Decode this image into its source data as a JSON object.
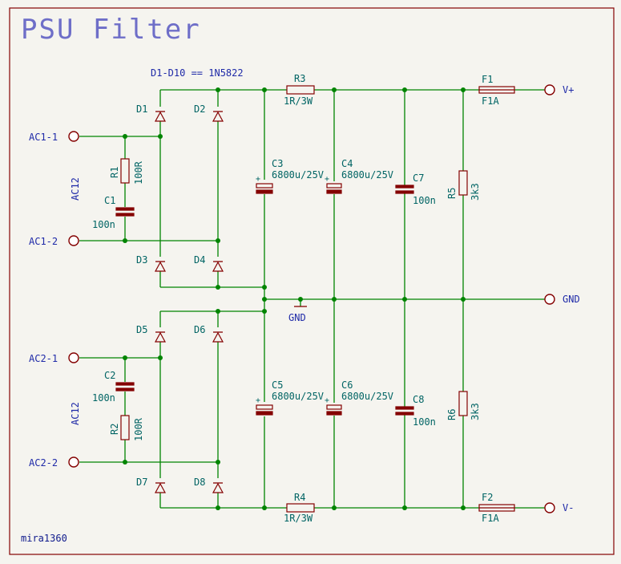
{
  "title": "PSU Filter",
  "author": "mira1360",
  "note": "D1-D10 == 1N5822",
  "nets": {
    "ac1_1": "AC1-1",
    "ac1_2": "AC1-2",
    "ac2_1": "AC2-1",
    "ac2_2": "AC2-2",
    "ac12_top": "AC12",
    "ac12_bot": "AC12",
    "vplus": "V+",
    "gnd_out": "GND",
    "vminus": "V-",
    "gnd_sym": "GND"
  },
  "components": {
    "D1": {
      "ref": "D1"
    },
    "D2": {
      "ref": "D2"
    },
    "D3": {
      "ref": "D3"
    },
    "D4": {
      "ref": "D4"
    },
    "D5": {
      "ref": "D5"
    },
    "D6": {
      "ref": "D6"
    },
    "D7": {
      "ref": "D7"
    },
    "D8": {
      "ref": "D8"
    },
    "R1": {
      "ref": "R1",
      "value": "100R"
    },
    "R2": {
      "ref": "R2",
      "value": "100R"
    },
    "C1": {
      "ref": "C1",
      "value": "100n"
    },
    "C2": {
      "ref": "C2",
      "value": "100n"
    },
    "R3": {
      "ref": "R3",
      "value": "1R/3W"
    },
    "R4": {
      "ref": "R4",
      "value": "1R/3W"
    },
    "C3": {
      "ref": "C3",
      "value": "6800u/25V"
    },
    "C4": {
      "ref": "C4",
      "value": "6800u/25V"
    },
    "C5": {
      "ref": "C5",
      "value": "6800u/25V"
    },
    "C6": {
      "ref": "C6",
      "value": "6800u/25V"
    },
    "C7": {
      "ref": "C7",
      "value": "100n"
    },
    "C8": {
      "ref": "C8",
      "value": "100n"
    },
    "R5": {
      "ref": "R5",
      "value": "3k3"
    },
    "R6": {
      "ref": "R6",
      "value": "3k3"
    },
    "F1": {
      "ref": "F1",
      "value": "F1A"
    },
    "F2": {
      "ref": "F2",
      "value": "F1A"
    }
  },
  "colors": {
    "wire": "#008400",
    "symbol": "#840000",
    "reference": "#006464",
    "net_label": "#1f2aa8",
    "title": "#6e6ec8"
  }
}
